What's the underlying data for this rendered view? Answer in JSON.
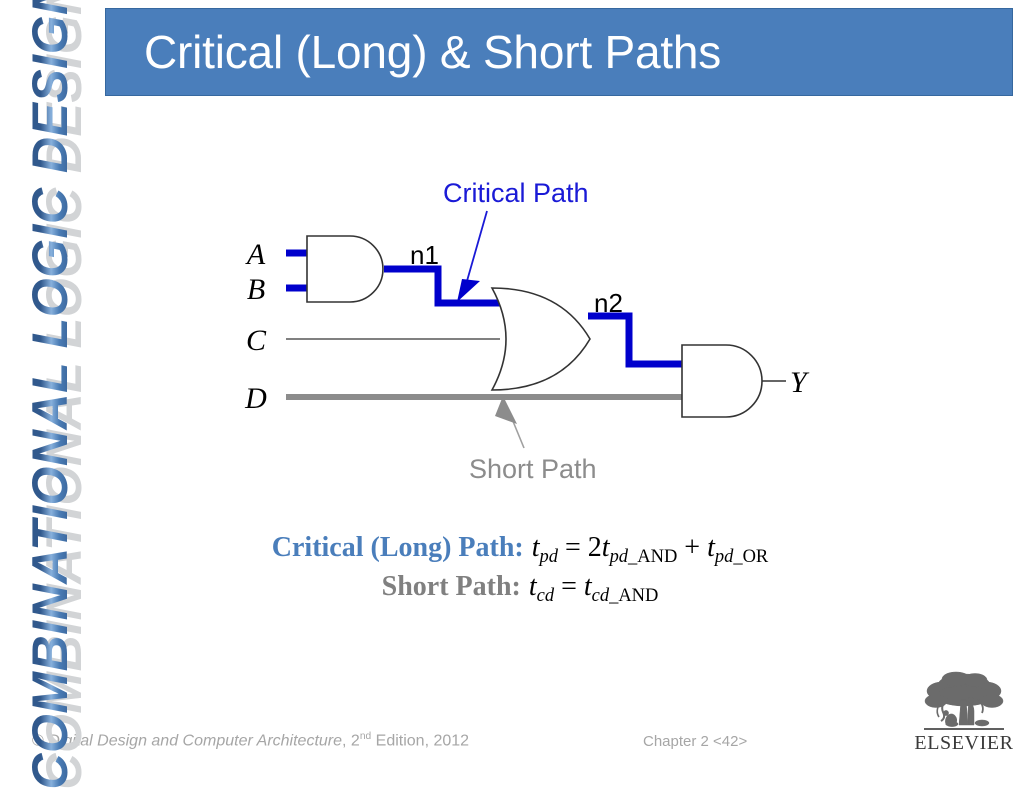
{
  "slide": {
    "title": "Critical (Long) & Short Paths",
    "banner_text": "COMBINATIONAL LOGIC DESIGN",
    "accent_blue": "#4a7ebb",
    "wire_blue": "#0000cc",
    "wire_gray": "#808080"
  },
  "circuit": {
    "inputs": [
      {
        "label": "A"
      },
      {
        "label": "B"
      },
      {
        "label": "C"
      },
      {
        "label": "D"
      }
    ],
    "nodes": [
      {
        "label": "n1"
      },
      {
        "label": "n2"
      }
    ],
    "output": {
      "label": "Y"
    },
    "gates": [
      {
        "type": "AND",
        "name": "and-gate-1"
      },
      {
        "type": "OR",
        "name": "or-gate-1"
      },
      {
        "type": "AND",
        "name": "and-gate-2"
      }
    ],
    "annotations": {
      "critical_path": "Critical Path",
      "short_path": "Short Path"
    }
  },
  "equations": {
    "critical_label": "Critical (Long) Path:",
    "critical_formula_plain": "tpd = 2tpd_AND + tpd_OR",
    "critical_t": "t",
    "critical_sub1": "pd",
    "critical_eq": " = 2",
    "critical_t2": "t",
    "critical_sub2_it": "pd",
    "critical_sub2_up": "_AND",
    "critical_plus": " + ",
    "critical_t3": "t",
    "critical_sub3_it": "pd",
    "critical_sub3_up": "_OR",
    "short_label": "Short Path:",
    "short_formula_plain": "tcd = tcd_AND",
    "short_t": "t",
    "short_sub1": "cd",
    "short_eq": " = ",
    "short_t2": "t",
    "short_sub2_it": "cd",
    "short_sub2_up": "_AND"
  },
  "footer": {
    "copyright_symbol": "©",
    "book_title": "Digital Design and Computer Architecture",
    "edition_prefix": ", 2",
    "edition_sup": "nd",
    "edition_suffix": " Edition, 2012",
    "chapter": "Chapter 2 <42>",
    "logo_text": "ELSEVIER"
  }
}
